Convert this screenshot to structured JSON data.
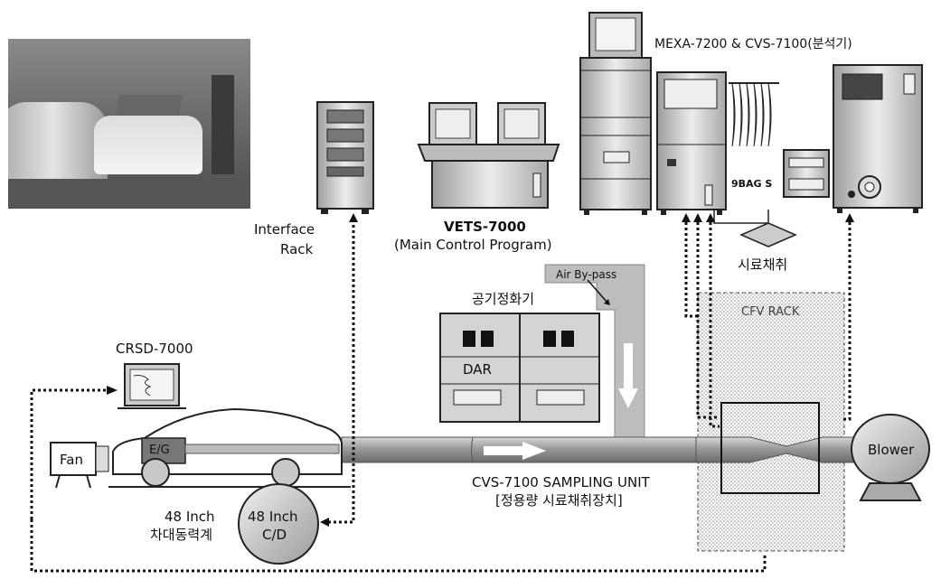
{
  "labels": {
    "analyzer": "MEXA-7200 & CVS-7100(분석기)",
    "interface_rack_line1": "Interface",
    "interface_rack_line2": "Rack",
    "vets": "VETS-7000",
    "vets_sub": "(Main Control Program)",
    "sample_collect": "시료채취",
    "bags": "9BAG S",
    "air_bypass": "Air By-pass",
    "air_purifier": "공기정화기",
    "dar": "DAR",
    "cfv_rack": "CFV RACK",
    "crsd": "CRSD-7000",
    "fan": "Fan",
    "engine": "E/G",
    "blower": "Blower",
    "cvs_unit": "CVS-7100 SAMPLING UNIT",
    "cvs_unit_kr": "[정용량 시료채취장치]",
    "dyno_line1": "48 Inch",
    "dyno_line2": "차대동력계",
    "cd_line1": "48 Inch",
    "cd_line2": "C/D"
  },
  "photo": {
    "icon": "test-cell-photo"
  }
}
